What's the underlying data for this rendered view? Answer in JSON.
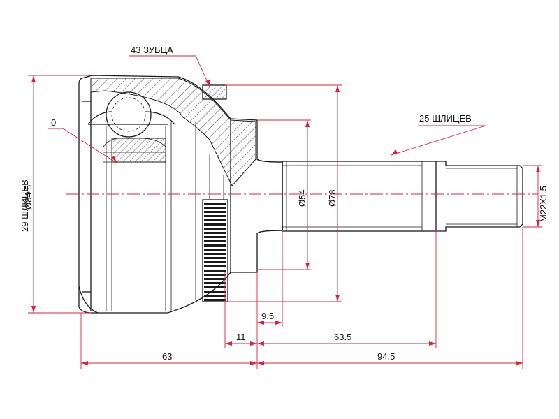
{
  "labels": {
    "teeth": "43 ЗУБЦА",
    "outer_splines": "25 ШЛИЦЕВ",
    "zero": "0",
    "inner_splines": "29 ШЛИЦЕВ",
    "diam_outer": "Ø84.5",
    "diam_54": "Ø54",
    "diam_78": "Ø78",
    "thread": "M22X1.5"
  },
  "dimensions": {
    "d_9_5": "9.5",
    "d_11": "11",
    "d_63_5": "63.5",
    "d_63": "63",
    "d_94_5": "94.5"
  },
  "colors": {
    "dimension_lines": "#e0203a",
    "outline": "#1a1a1a"
  }
}
